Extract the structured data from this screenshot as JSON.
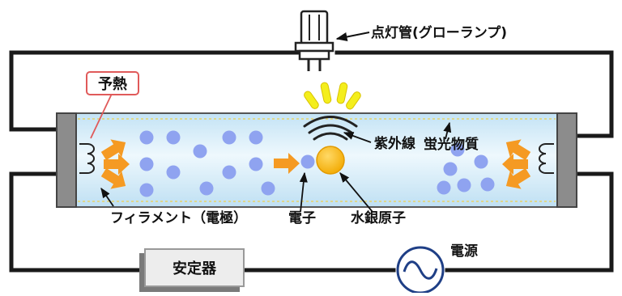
{
  "labels": {
    "glow_starter": "点灯管(グローランプ)",
    "preheat": "予熱",
    "ultraviolet": "紫外線",
    "phosphor": "蛍光物質",
    "filament": "フィラメント（電極）",
    "electron": "電子",
    "mercury_atom": "水銀原子",
    "ballast": "安定器",
    "power_source": "電源"
  },
  "colors": {
    "wire": "#1a1a1a",
    "tube_glass": "#d4ecf8",
    "electrode_cap": "#8c8c8c",
    "electron": "#8fa3f0",
    "mercury_atom": "#f7b21c",
    "arrow": "#f59a23",
    "glow_rays": "#f4ee1c",
    "preheat_border": "#e05a5a",
    "power_symbol": "#1f3f86"
  },
  "icons": [
    "glow-starter-icon",
    "filament-coil-icon",
    "sine-wave-icon"
  ]
}
